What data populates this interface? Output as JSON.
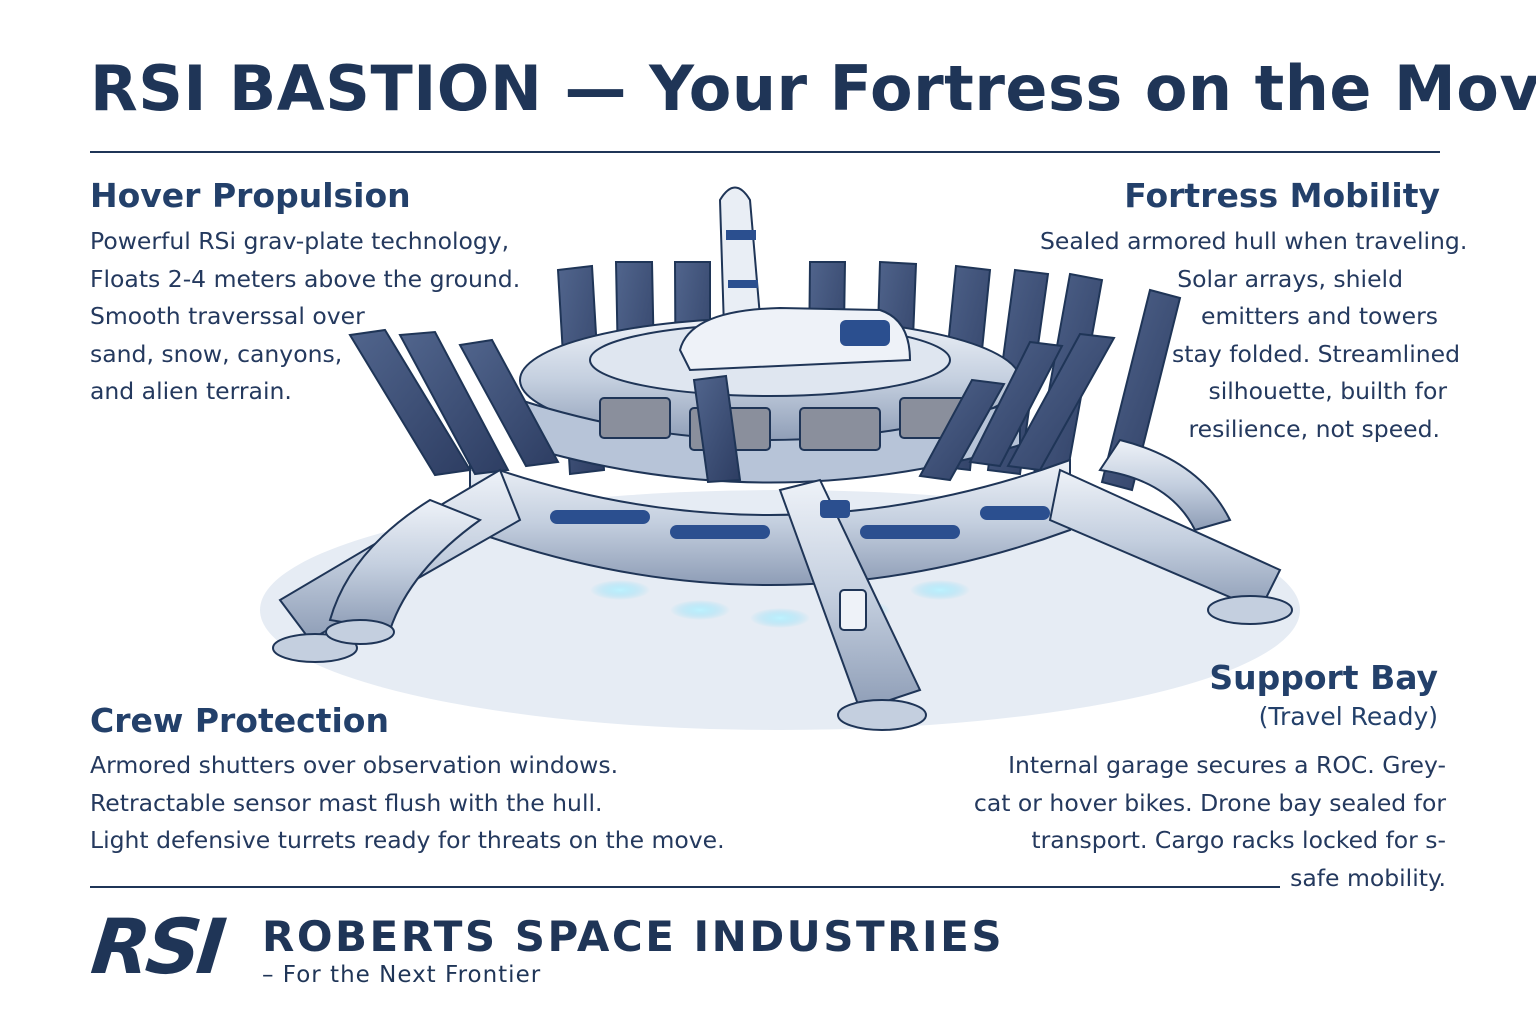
{
  "title": "RSI BASTION — Your Fortress on the Move",
  "sections": {
    "hover": {
      "heading": "Hover Propulsion",
      "lines": [
        "Powerful RSi grav-plate technology,",
        "Floats 2-4 meters above the  ground.",
        "Smooth traverssal over",
        "sand, snow, canyons,",
        "and alien terrain."
      ]
    },
    "fortress": {
      "heading": "Fortress Mobility",
      "lines": [
        "Sealed armored hull when traveling.",
        "Solar arrays, shield",
        "emitters and towers",
        "stay folded. Streamlined",
        "silhouette, builth for",
        "resilience, not speed."
      ]
    },
    "crew": {
      "heading": "Crew Protection",
      "lines": [
        "Armored shutters over observation windows.",
        "Retractable sensor mast flush with the hull.",
        "Light defensive turrets ready for threats on the move."
      ]
    },
    "support": {
      "heading": "Support Bay",
      "heading_note": "(Travel Ready)",
      "lines": [
        "Internal garage secures a ROC. Grey-",
        "cat or hover bikes. Drone bay  sealed for",
        "transport. Cargo racks locked for s-",
        "safe mobility."
      ]
    }
  },
  "footer": {
    "logo": "RSI",
    "company": "ROBERTS SPACE INDUSTRIES",
    "tagline": "– For the Next Frontier"
  },
  "colors": {
    "navy": "#1f3557",
    "hull": "#c9d3e2",
    "accent": "#2b4f8f",
    "glow": "#7fd8f5"
  }
}
